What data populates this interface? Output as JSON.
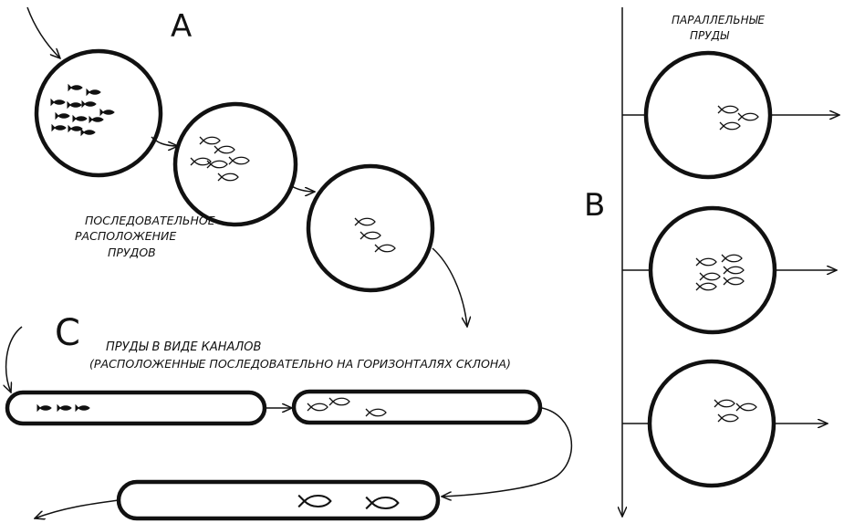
{
  "panels": {
    "a": {
      "letter": "A",
      "caption": [
        "ПОСЛЕДОВАТЕЛЬНОЕ",
        "РАСПОЛОЖЕНИЕ",
        "ПРУДОВ"
      ]
    },
    "b": {
      "letter": "B",
      "caption": [
        "ПАРАЛЛЕЛЬНЫЕ",
        "ПРУДЫ"
      ]
    },
    "c": {
      "letter": "C",
      "caption": [
        "ПРУДЫ В ВИДЕ КАНАЛОВ",
        "(РАСПОЛОЖЕННЫЕ ПОСЛЕДОВАТЕЛЬНО НА ГОРИЗОНТАЛЯХ СКЛОНА)"
      ]
    }
  },
  "ponds": {
    "a_series_fish_counts": [
      12,
      6,
      3
    ],
    "b_parallel_fish_counts": [
      3,
      6,
      3
    ],
    "c_channel_fish_counts": [
      3,
      3,
      2
    ]
  },
  "colors": {
    "ink": "#111111",
    "paper": "#ffffff"
  }
}
